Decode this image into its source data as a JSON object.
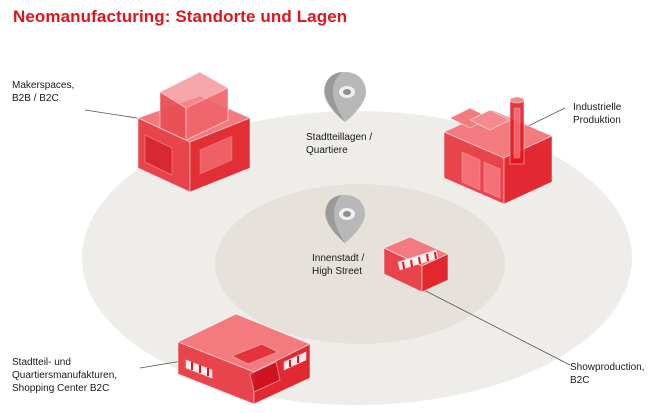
{
  "title": "Neomanufacturing: Standorte und Lagen",
  "labels": {
    "makerspaces": [
      "Makerspaces,",
      "B2B / B2C"
    ],
    "industrielle": [
      "Industrielle",
      "Produktion"
    ],
    "stadtteillagen": [
      "Stadtteillagen /",
      "Quartiere"
    ],
    "innenstadt": [
      "Innenstadt /",
      "High Street"
    ],
    "showproduction": [
      "Showproduction,",
      "B2C"
    ],
    "stadtteil_manufakturen": [
      "Stadtteil- und",
      "Quartiersmanufakturen,",
      "Shopping Center B2C"
    ]
  },
  "colors": {
    "accent": "#e1141d",
    "outer_ring": "#efedea",
    "inner_ring": "#e6e2db",
    "pin": "#b6b6b6"
  },
  "icons": [
    "location-pin-icon",
    "location-pin-icon"
  ]
}
